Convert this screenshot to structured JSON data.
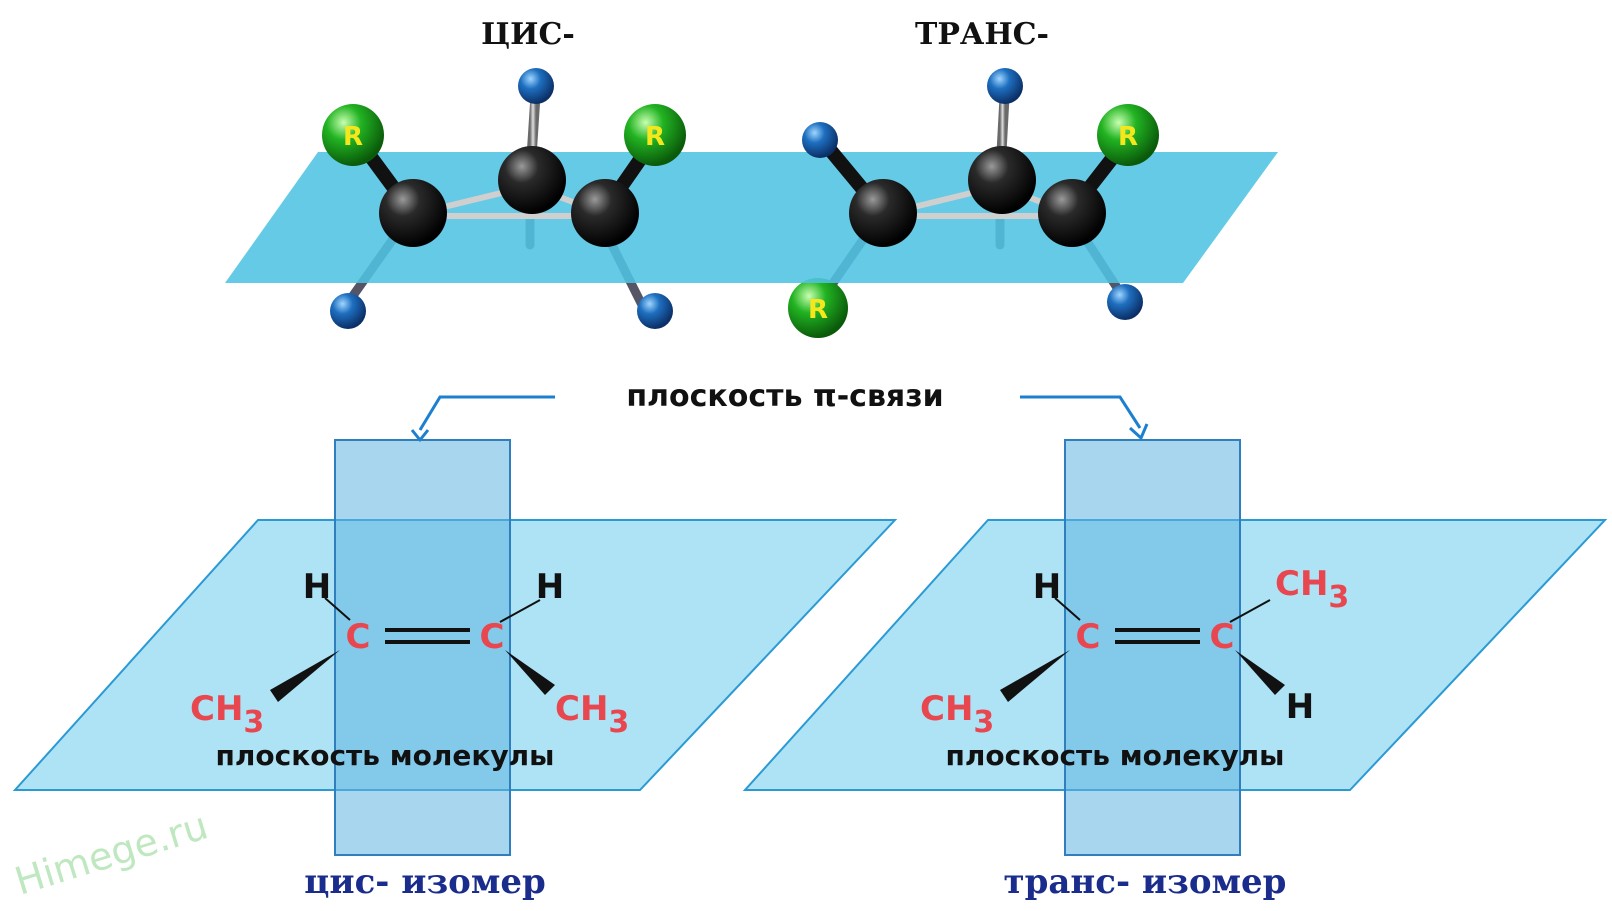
{
  "top_labels": {
    "cis": "ЦИС-",
    "trans": "ТРАНС-"
  },
  "atom_label_r": "R",
  "pi_plane_label": "плоскость π-связи",
  "molecule_plane_label": "плоскость молекулы",
  "atoms": {
    "h": "H",
    "c": "C",
    "ch": "CH",
    "subscript": "3"
  },
  "captions": {
    "cis": "цис- изомер",
    "trans": "транс- изомер"
  },
  "watermark": "Himege.ru",
  "colors": {
    "plane_top": "#4fc3e3",
    "plane_bottom": "#aee3f6",
    "pi_plane": "#7cc4e6",
    "carbon": "#111111",
    "hydrogen": "#1e6fc0",
    "r_group": "#22b322",
    "r_text": "#f4e81c",
    "red_text": "#e8474f",
    "caption": "#1a2c8c",
    "arrow": "#1c7fd0"
  }
}
